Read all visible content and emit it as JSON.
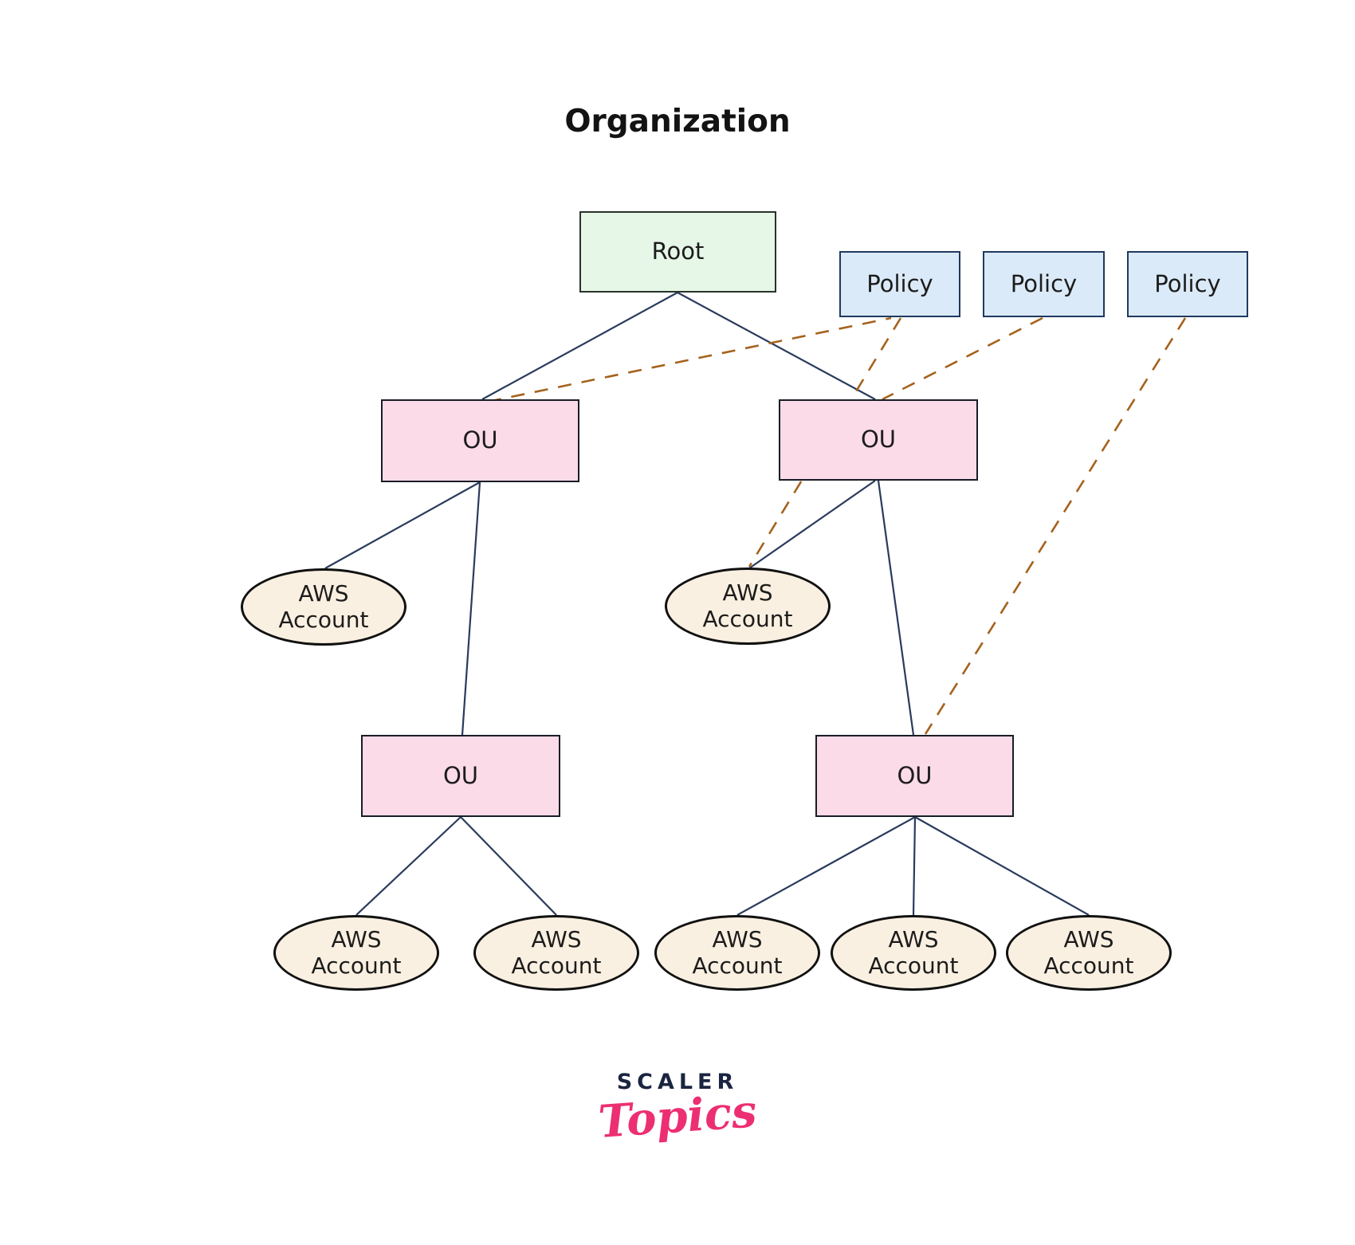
{
  "title": "Organization",
  "nodes": {
    "root": {
      "label": "Root"
    },
    "policies": [
      {
        "label": "Policy"
      },
      {
        "label": "Policy"
      },
      {
        "label": "Policy"
      }
    ],
    "ous": [
      {
        "label": "OU"
      },
      {
        "label": "OU"
      },
      {
        "label": "OU"
      },
      {
        "label": "OU"
      }
    ],
    "accounts": [
      {
        "label": "AWS\nAccount"
      },
      {
        "label": "AWS\nAccount"
      },
      {
        "label": "AWS\nAccount"
      },
      {
        "label": "AWS\nAccount"
      },
      {
        "label": "AWS\nAccount"
      },
      {
        "label": "AWS\nAccount"
      },
      {
        "label": "AWS\nAccount"
      }
    ]
  },
  "logo": {
    "brand": "SCALER",
    "sub": "Topics"
  },
  "colors": {
    "root_fill": "#e6f6e7",
    "policy_fill": "#dbeaf8",
    "policy_border": "#1f3a5f",
    "ou_fill": "#fbdbe8",
    "account_fill": "#faf0e1",
    "tree_edge": "#2a3b5c",
    "policy_edge_dashed": "#a5621d",
    "logo_brand_color": "#1b2540",
    "logo_sub_color": "#ec2f72"
  }
}
